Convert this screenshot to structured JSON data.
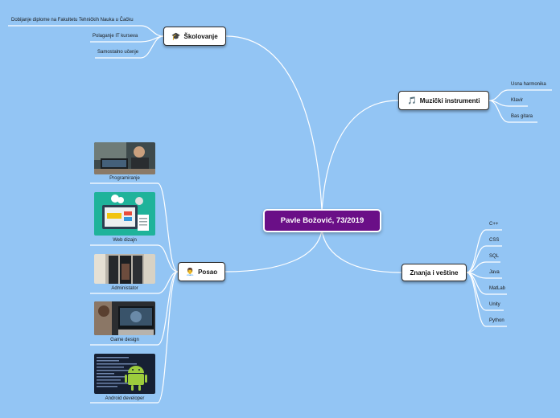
{
  "root": {
    "label": "Pavle Božović, 73/2019"
  },
  "colors": {
    "background": "#93c5f4",
    "root_fill": "#6a0f87",
    "link": "#ffffff"
  },
  "branches": {
    "skolovanje": {
      "label": "Školovanje",
      "icon": "graduation-cap-icon",
      "items": [
        "Dobijanje diplome na Fakultetu Tehničkih Nauka u Čačku",
        "Polaganje IT kurseva",
        "Samostalno učenje"
      ]
    },
    "muzicki": {
      "label": "Muzički instrumenti",
      "icon": "music-note-icon",
      "items": [
        "Usna harmonika",
        "Klavir",
        "Bas gitara"
      ]
    },
    "znanja": {
      "label": "Znanja i veštine",
      "items": [
        "C++",
        "CSS",
        "SQL",
        "Java",
        "MatLab",
        "Unity",
        "Python"
      ]
    },
    "posao": {
      "label": "Posao",
      "icon": "person-icon",
      "items": [
        "Programiranje",
        "Web dizajn",
        "Administator",
        "Game design",
        "Android developer"
      ]
    }
  }
}
